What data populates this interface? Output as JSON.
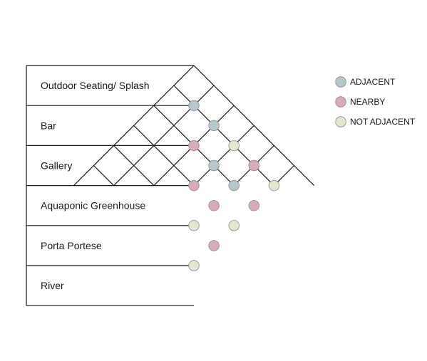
{
  "rooms": [
    {
      "name": "Outdoor Seating/ Splash"
    },
    {
      "name": "Bar"
    },
    {
      "name": "Gallery"
    },
    {
      "name": "Aquaponic Greenhouse"
    },
    {
      "name": "Porta Portese"
    },
    {
      "name": "River"
    }
  ],
  "legend": [
    {
      "key": "adjacent",
      "label": "ADJACENT",
      "color": "#b7c8cc"
    },
    {
      "key": "nearby",
      "label": "NEARBY",
      "color": "#d9aabe"
    },
    {
      "key": "not_adjacent",
      "label": "NOT ADJACENT",
      "color": "#e4e7d0"
    }
  ],
  "relations": [
    {
      "a": 0,
      "b": 1,
      "type": "adjacent"
    },
    {
      "a": 1,
      "b": 2,
      "type": "nearby"
    },
    {
      "a": 0,
      "b": 2,
      "type": "adjacent"
    },
    {
      "a": 2,
      "b": 3,
      "type": "nearby"
    },
    {
      "a": 1,
      "b": 3,
      "type": "adjacent"
    },
    {
      "a": 0,
      "b": 3,
      "type": "not_adjacent"
    },
    {
      "a": 3,
      "b": 4,
      "type": "not_adjacent"
    },
    {
      "a": 2,
      "b": 4,
      "type": "nearby"
    },
    {
      "a": 1,
      "b": 4,
      "type": "adjacent"
    },
    {
      "a": 0,
      "b": 4,
      "type": "nearby"
    },
    {
      "a": 4,
      "b": 5,
      "type": "not_adjacent"
    },
    {
      "a": 3,
      "b": 5,
      "type": "nearby"
    },
    {
      "a": 2,
      "b": 5,
      "type": "not_adjacent"
    },
    {
      "a": 1,
      "b": 5,
      "type": "nearby"
    },
    {
      "a": 0,
      "b": 5,
      "type": "not_adjacent"
    }
  ]
}
